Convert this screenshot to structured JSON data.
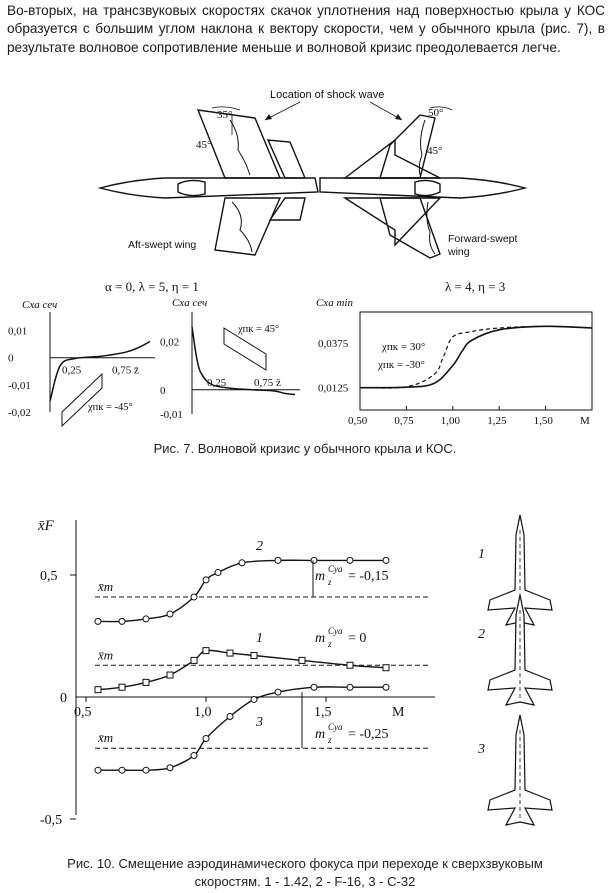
{
  "paragraph": "Во-вторых, на трансзвуковых скоростях скачок уплотнения над поверхностью крыла у КОС образуется с большим углом наклона к вектору скорости, чем у обычного крыла (рис. 7), в результате волновое сопротивление меньше и волновой кризис преодолевается легче.",
  "figure7": {
    "planform": {
      "shock_label": "Location of shock wave",
      "aft_label": "Aft-swept wing",
      "fwd_label_1": "Forward-swept",
      "fwd_label_2": "wing",
      "angle_aft_outer": "35°",
      "angle_aft_inner": "45°",
      "angle_fwd_outer": "50°",
      "angle_fwd_inner": "45°"
    },
    "params_left": "α = 0, λ = 5, η = 1",
    "params_right": "λ = 4, η = 3",
    "caption": "Рис. 7. Волновой кризис у обычного крыла и КОС."
  },
  "figure10": {
    "caption_line1": "Рис. 10. Смещение аэродинамического фокуса при переходе к сверхзвуковым",
    "caption_line2": "скоростям. 1 - 1.42, 2 - F-16, 3 - С-32"
  },
  "chart_data": [
    {
      "type": "line",
      "ylabel": "Cxa сеч",
      "x_ticks": [
        "0,25",
        "0,75 z̄"
      ],
      "y_ticks": [
        "0,01",
        "0",
        "-0,01",
        "-0,02"
      ],
      "ylim": [
        -0.02,
        0.015
      ],
      "annotation": "χпк = -45°",
      "series": [
        {
          "x": [
            0.0,
            0.1,
            0.25,
            0.5,
            0.75,
            0.9,
            1.0
          ],
          "y": [
            -0.016,
            -0.003,
            -0.0003,
            0.0005,
            0.002,
            0.004,
            0.006
          ]
        }
      ]
    },
    {
      "type": "line",
      "ylabel": "Cxa сеч",
      "x_ticks": [
        "0,25",
        "0,75 z̄"
      ],
      "y_ticks": [
        "0,02",
        "0",
        "-0,01"
      ],
      "ylim": [
        -0.01,
        0.03
      ],
      "annotation": "χпк = 45°",
      "series": [
        {
          "x": [
            0.0,
            0.05,
            0.1,
            0.2,
            0.4,
            0.6,
            0.8,
            0.9,
            1.0
          ],
          "y": [
            0.026,
            0.012,
            0.006,
            0.002,
            0.0005,
            0.0,
            -0.0005,
            -0.0015,
            -0.002
          ]
        }
      ]
    },
    {
      "type": "line",
      "ylabel": "Cxa min",
      "xlabel": "M",
      "x_ticks": [
        "0,50",
        "0,75",
        "1,00",
        "1,25",
        "1,50"
      ],
      "y_ticks": [
        "0,0375",
        "0,0125"
      ],
      "xlim": [
        0.5,
        1.75
      ],
      "ylim": [
        0.0,
        0.055
      ],
      "series": [
        {
          "name": "χпк = 30°",
          "x": [
            0.5,
            0.75,
            0.9,
            0.95,
            1.0,
            1.1,
            1.25,
            1.5,
            1.75
          ],
          "y": [
            0.0125,
            0.013,
            0.02,
            0.03,
            0.041,
            0.044,
            0.046,
            0.047,
            0.046
          ]
        },
        {
          "name": "χпк = -30°",
          "x": [
            0.5,
            0.75,
            0.9,
            1.0,
            1.05,
            1.1,
            1.25,
            1.5,
            1.75
          ],
          "y": [
            0.0125,
            0.0128,
            0.015,
            0.025,
            0.033,
            0.039,
            0.045,
            0.047,
            0.046
          ]
        }
      ]
    },
    {
      "type": "line",
      "ylabel": "x̄F",
      "xlabel": "M",
      "x_ticks": [
        "0,5",
        "1,0",
        "1,5"
      ],
      "y_ticks": [
        "0,5",
        "0",
        "-0,5"
      ],
      "xlim": [
        0.45,
        1.85
      ],
      "ylim": [
        -0.5,
        0.7
      ],
      "series": [
        {
          "name": "2",
          "m_label": "= -0,15",
          "xt_label": "x̄т",
          "xt": 0.41,
          "x": [
            0.55,
            0.65,
            0.75,
            0.85,
            0.95,
            1.0,
            1.05,
            1.15,
            1.3,
            1.45,
            1.6,
            1.75
          ],
          "y": [
            0.31,
            0.31,
            0.32,
            0.34,
            0.41,
            0.48,
            0.51,
            0.55,
            0.56,
            0.56,
            0.56,
            0.56
          ]
        },
        {
          "name": "1",
          "m_label": "= 0",
          "xt_label": "x̄т",
          "xt": 0.13,
          "x": [
            0.55,
            0.65,
            0.75,
            0.85,
            0.95,
            1.0,
            1.1,
            1.2,
            1.4,
            1.6,
            1.75
          ],
          "y": [
            0.03,
            0.04,
            0.06,
            0.09,
            0.15,
            0.19,
            0.18,
            0.17,
            0.15,
            0.13,
            0.12
          ]
        },
        {
          "name": "3",
          "m_label": "= -0,25",
          "xt_label": "x̄т",
          "xt": -0.21,
          "x": [
            0.55,
            0.65,
            0.75,
            0.85,
            0.95,
            1.0,
            1.1,
            1.2,
            1.3,
            1.45,
            1.6,
            1.75
          ],
          "y": [
            -0.3,
            -0.3,
            -0.3,
            -0.29,
            -0.24,
            -0.17,
            -0.08,
            -0.01,
            0.02,
            0.04,
            0.04,
            0.04
          ]
        }
      ]
    }
  ],
  "aircraft_labels": [
    "1",
    "2",
    "3"
  ]
}
